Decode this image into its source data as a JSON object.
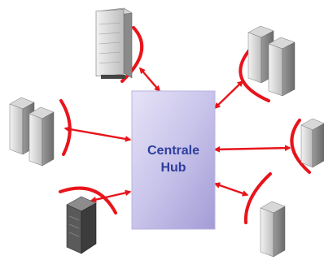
{
  "hub": {
    "line1": "Centrale",
    "line2": "Hub"
  },
  "colors": {
    "connector": "#e8141b",
    "hub_light": "#dcd8f2",
    "hub_dark": "#a8a2d8",
    "hub_text": "#2e3e9c",
    "server_light": "#e8e8e8",
    "server_mid": "#b4b4b4",
    "server_dark": "#6e6e6e"
  },
  "nodes": [
    {
      "id": "top-center",
      "icon": "rack-server-icon"
    },
    {
      "id": "top-right",
      "icon": "tower-servers-icon"
    },
    {
      "id": "left",
      "icon": "tower-servers-icon"
    },
    {
      "id": "right",
      "icon": "tower-server-icon"
    },
    {
      "id": "bottom-left",
      "icon": "dark-server-icon"
    },
    {
      "id": "bottom-right",
      "icon": "tower-server-icon"
    }
  ]
}
